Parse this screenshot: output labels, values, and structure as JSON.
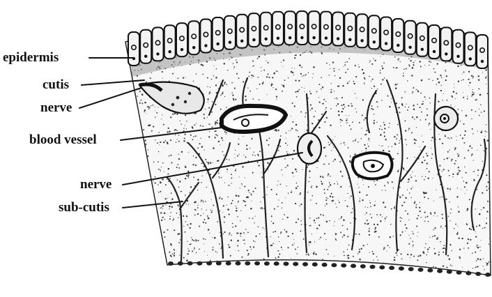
{
  "labels": {
    "epidermis": "epidermis",
    "cutis": "cutis",
    "nerve_upper": "nerve",
    "blood_vessel": "blood vessel",
    "nerve_lower": "nerve",
    "sub_cutis": "sub-cutis"
  },
  "colors": {
    "ink": "#111111",
    "stipple": "#3a3a3a",
    "cell_fill": "#f3f3f3",
    "background": "#ffffff"
  }
}
